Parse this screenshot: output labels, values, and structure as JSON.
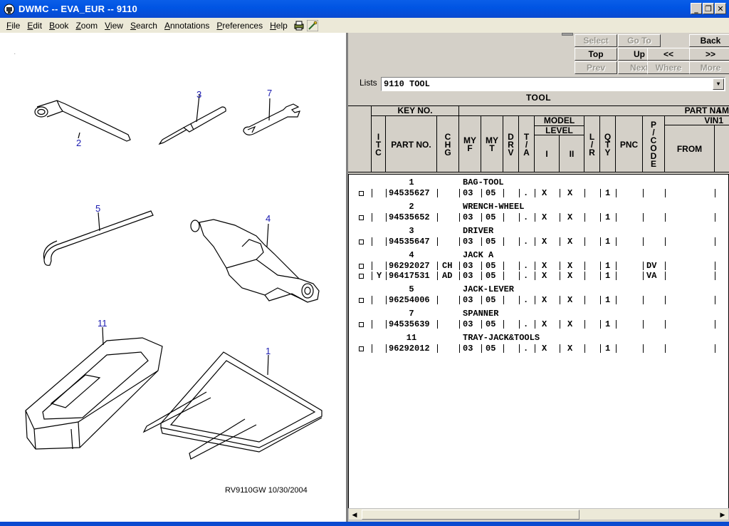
{
  "window": {
    "title": "DWMC -- EVA_EUR -- 9110",
    "minimize": "_",
    "restore": "❐",
    "close": "✕"
  },
  "menu": [
    {
      "label": "File",
      "key": "F",
      "rest": "ile"
    },
    {
      "label": "Edit",
      "key": "E",
      "rest": "dit"
    },
    {
      "label": "Book",
      "key": "B",
      "rest": "ook"
    },
    {
      "label": "Zoom",
      "key": "Z",
      "rest": "oom"
    },
    {
      "label": "View",
      "key": "V",
      "rest": "iew"
    },
    {
      "label": "Search",
      "key": "S",
      "rest": "earch"
    },
    {
      "label": "Annotations",
      "key": "A",
      "rest": "nnotations"
    },
    {
      "label": "Preferences",
      "key": "P",
      "rest": "references"
    },
    {
      "label": "Help",
      "key": "H",
      "rest": "elp"
    }
  ],
  "toolbar_icons": [
    "print-icon",
    "highlight-icon"
  ],
  "illustration": {
    "callouts": [
      "2",
      "3",
      "7",
      "5",
      "4",
      "11",
      "1"
    ],
    "caption": "RV9110GW 10/30/2004"
  },
  "nav": {
    "select": "Select",
    "goto": "Go To",
    "back": "Back",
    "top": "Top",
    "up": "Up",
    "prev_prev": "<<",
    "next_next": ">>",
    "prev": "Prev",
    "next": "Next",
    "where": "Where",
    "more": "More"
  },
  "lists": {
    "label": "Lists",
    "value": "9110 TOOL"
  },
  "section_title": "TOOL",
  "header": {
    "key_no": "KEY NO.",
    "part_name": "PART NAM",
    "itc": "I T C",
    "part_no": "PART NO.",
    "chg": "C H G",
    "myf": "MY F",
    "myt": "MY T",
    "drv": "D R V",
    "ta": "T / A",
    "model": "MODEL",
    "level": "LEVEL",
    "level_i": "I",
    "level_ii": "II",
    "lr": "L / R",
    "qty": "Q T Y",
    "pnc": "PNC",
    "pcode": "P / C O D E",
    "vin": "VIN1",
    "from": "FROM",
    "cut_i": "I"
  },
  "groups": [
    {
      "key": "1",
      "name": "BAG-TOOL",
      "rows": [
        {
          "itc": "",
          "part": "94535627",
          "chg": "",
          "myf": "03",
          "myt": "05",
          "ta": ".",
          "l1": "X",
          "l2": "X",
          "qty": "1",
          "pcode": ""
        }
      ]
    },
    {
      "key": "2",
      "name": "WRENCH-WHEEL",
      "rows": [
        {
          "itc": "",
          "part": "94535652",
          "chg": "",
          "myf": "03",
          "myt": "05",
          "ta": ".",
          "l1": "X",
          "l2": "X",
          "qty": "1",
          "pcode": ""
        }
      ]
    },
    {
      "key": "3",
      "name": "DRIVER",
      "rows": [
        {
          "itc": "",
          "part": "94535647",
          "chg": "",
          "myf": "03",
          "myt": "05",
          "ta": ".",
          "l1": "X",
          "l2": "X",
          "qty": "1",
          "pcode": ""
        }
      ]
    },
    {
      "key": "4",
      "name": "JACK A",
      "rows": [
        {
          "itc": "",
          "part": "96292027",
          "chg": "CH",
          "myf": "03",
          "myt": "05",
          "ta": ".",
          "l1": "X",
          "l2": "X",
          "qty": "1",
          "pcode": "DV"
        },
        {
          "itc": "Y",
          "part": "96417531",
          "chg": "AD",
          "myf": "03",
          "myt": "05",
          "ta": ".",
          "l1": "X",
          "l2": "X",
          "qty": "1",
          "pcode": "VA"
        }
      ]
    },
    {
      "key": "5",
      "name": "JACK-LEVER",
      "rows": [
        {
          "itc": "",
          "part": "96254006",
          "chg": "",
          "myf": "03",
          "myt": "05",
          "ta": ".",
          "l1": "X",
          "l2": "X",
          "qty": "1",
          "pcode": ""
        }
      ]
    },
    {
      "key": "7",
      "name": "SPANNER",
      "rows": [
        {
          "itc": "",
          "part": "94535639",
          "chg": "",
          "myf": "03",
          "myt": "05",
          "ta": ".",
          "l1": "X",
          "l2": "X",
          "qty": "1",
          "pcode": ""
        }
      ]
    },
    {
      "key": "11",
      "name": "TRAY-JACK&TOOLS",
      "rows": [
        {
          "itc": "",
          "part": "96292012",
          "chg": "",
          "myf": "03",
          "myt": "05",
          "ta": ".",
          "l1": "X",
          "l2": "X",
          "qty": "1",
          "pcode": ""
        }
      ]
    }
  ]
}
